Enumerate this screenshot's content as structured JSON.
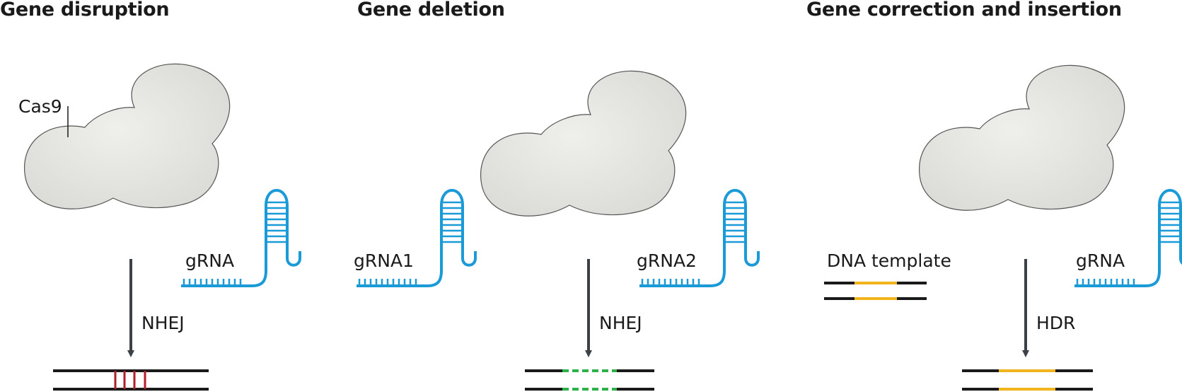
{
  "panels": [
    {
      "title": "Gene disruption",
      "protein_label": "Cas9",
      "guide_label": "gRNA",
      "repair_label": "NHEJ"
    },
    {
      "title": "Gene deletion",
      "guide_left_label": "gRNA1",
      "guide_right_label": "gRNA2",
      "repair_label": "NHEJ"
    },
    {
      "title": "Gene correction and insertion",
      "template_label": "DNA template",
      "guide_label": "gRNA",
      "repair_label": "HDR"
    }
  ],
  "colors": {
    "protein_fill": "#e6e6e3",
    "guide": "#1a9ad6",
    "dna": "#1a1a1a",
    "arrow": "#3b4146",
    "disruption_marks": "#b01e2a",
    "deletion_gap": "#2db14a",
    "template_insert": "#f2b41c"
  }
}
